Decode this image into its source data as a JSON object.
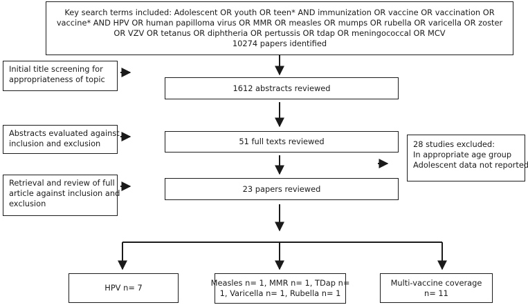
{
  "search": {
    "lines": [
      "Key search terms included: Adolescent OR youth OR teen* AND immunization OR vaccine OR vaccination OR",
      "vaccine* AND HPV OR human papilloma virus OR MMR OR measles OR mumps OR rubella OR varicella OR zoster",
      "OR VZV OR tetanus OR diphtheria OR pertussis OR tdap OR meningococcal OR MCV",
      "10274 papers identified"
    ]
  },
  "steps": [
    {
      "side_lines": [
        "Initial title screening for",
        "appropriateness of topic"
      ],
      "main": "1612 abstracts reviewed"
    },
    {
      "side_lines": [
        "Abstracts evaluated against",
        "inclusion and exclusion"
      ],
      "main": "51 full texts reviewed"
    },
    {
      "side_lines": [
        "Retrieval and review of full",
        "article against inclusion and",
        "exclusion"
      ],
      "main": "23 papers reviewed"
    }
  ],
  "excluded": {
    "lines": [
      "28 studies excluded:",
      "In appropriate age group",
      "Adolescent data not reported"
    ]
  },
  "outcomes": [
    {
      "lines": [
        "HPV n= 7"
      ]
    },
    {
      "lines": [
        "Measles n= 1, MMR n= 1, TDap n=",
        "1, Varicella n= 1, Rubella n= 1"
      ]
    },
    {
      "lines": [
        "Multi-vaccine coverage",
        "n= 11"
      ]
    }
  ]
}
